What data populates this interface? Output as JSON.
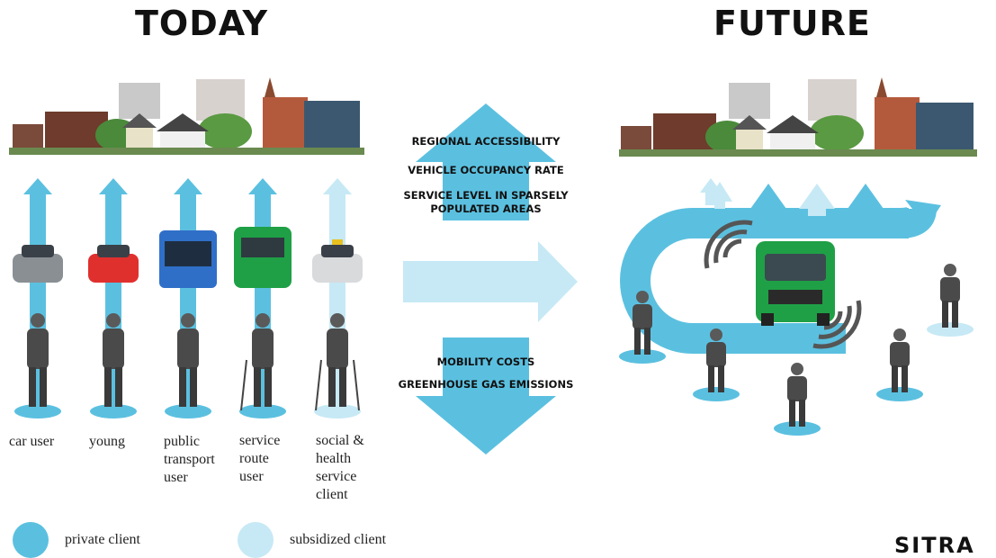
{
  "headings": {
    "today": "TODAY",
    "future": "FUTURE"
  },
  "metrics": {
    "increase": [
      "REGIONAL ACCESSIBILITY",
      "VEHICLE OCCUPANCY RATE",
      "SERVICE LEVEL IN SPARSELY POPULATED AREAS"
    ],
    "decrease": [
      "MOBILITY COSTS",
      "GREENHOUSE GAS EMISSIONS"
    ]
  },
  "users": [
    {
      "label": "car user",
      "client": "private"
    },
    {
      "label": "young",
      "client": "private"
    },
    {
      "label": "public\ntransport\nuser",
      "client": "private"
    },
    {
      "label": "service\nroute\nuser",
      "client": "private"
    },
    {
      "label": "social &\nhealth\nservice\nclient",
      "client": "subsidized"
    }
  ],
  "legend": {
    "private": "private client",
    "subsidized": "subsidized client"
  },
  "logo": "SITRA",
  "colors": {
    "private": "#5bc0e0",
    "subsidized": "#c6e9f5",
    "van_green": "#1fa046",
    "bus_blue": "#2f6fc8",
    "car_red": "#e0302e",
    "signal": "#555555"
  }
}
